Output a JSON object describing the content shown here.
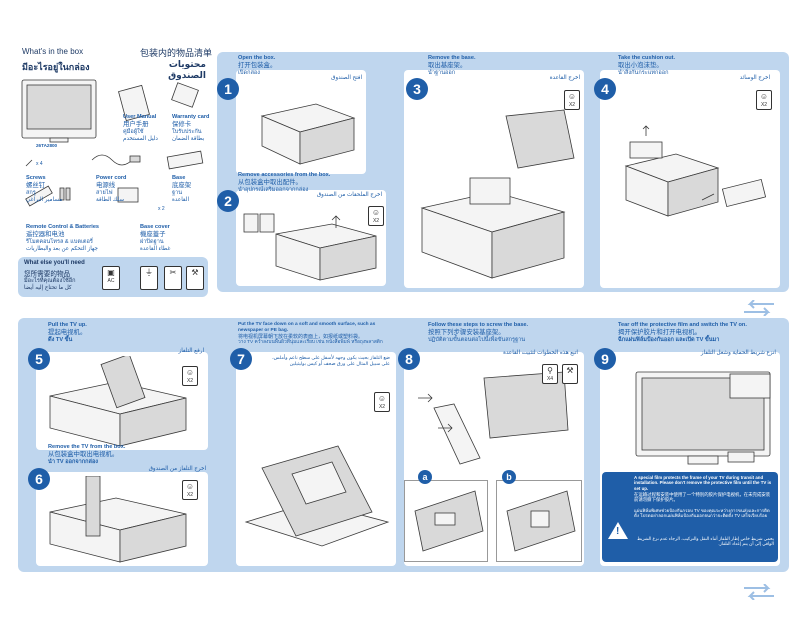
{
  "box_contents": {
    "title_en": "What's in the box",
    "title_cn": "包装内的物品清单",
    "title_th": "มีอะไรอยู่ในกล่อง",
    "title_ar": "محتويات الصندوق",
    "tv_model": "26TA2800",
    "user_manual": {
      "en": "User Manual",
      "cn": "用户手册",
      "th": "คู่มือผู้ใช้",
      "ar": "دليل المستخدم"
    },
    "warranty_card": {
      "en": "Warranty card",
      "cn": "保修卡",
      "th": "ใบรับประกัน",
      "ar": "بطاقة الضمان"
    },
    "screws": {
      "qty": "x 4",
      "en": "Screws",
      "cn": "螺丝钉",
      "th": "สกรู",
      "ar": "مسامير البراغي"
    },
    "power_cord": {
      "en": "Power cord",
      "cn": "电源线",
      "th": "สายไฟ",
      "ar": "سلك الطاقة"
    },
    "base": {
      "en": "Base",
      "cn": "底座架",
      "th": "ฐาน",
      "ar": "القاعدة"
    },
    "remote": {
      "en": "Remote Control & Batteries",
      "cn": "遥控器和电池",
      "th": "รีโมตคอนโทรล & แบตเตอรี่",
      "ar": "جهاز التحكم عن بعد والبطاريات"
    },
    "base_cover": {
      "qty": "x 2",
      "en": "Base cover",
      "cn": "機座蓋子",
      "th": "ฝาปิดฐาน",
      "ar": "غطاء القاعدة"
    }
  },
  "what_else": {
    "en": "What else you'll need",
    "cn": "您所需要的物品",
    "th": "มีอะไรที่คุณต้องใช้อีก",
    "ar": "كل ما تحتاج إليه أيضا",
    "ac_label": "AC"
  },
  "steps": [
    {
      "num": "1",
      "en": "Open the box.",
      "cn": "打开包装盒。",
      "th": "เปิดกล่อง",
      "ar": "افتح الصندوق"
    },
    {
      "num": "2",
      "en": "Remove accessories from the box.",
      "cn": "从包装盒中取出配件。",
      "th": "นำอุปกรณ์เสริมออกจากกล่อง",
      "ar": "اخرج الملحقات من الصندوق",
      "badge": "X2"
    },
    {
      "num": "3",
      "en": "Remove the base.",
      "cn": "取出基座架。",
      "th": "นำฐานออก",
      "ar": "اخرج القاعدة",
      "badge": "X2"
    },
    {
      "num": "4",
      "en": "Take the cushion out.",
      "cn": "取出小泡沫垫。",
      "th": "นำสิ่งกันกระแทกออก",
      "ar": "اخرج الوسائد",
      "badge": "X2"
    },
    {
      "num": "5",
      "en": "Pull the TV up.",
      "cn": "提起电视机。",
      "th": "ดึง TV ขึ้น",
      "ar": "ارفع التلفاز",
      "badge": "X2"
    },
    {
      "num": "6",
      "en": "Remove the TV from the box.",
      "cn": "从包装盒中取出电视机。",
      "th": "นำ TV ออกจากกล่อง",
      "ar": "اخرج التلفاز من الصندوق",
      "badge": "X2"
    },
    {
      "num": "7",
      "en": "Put the TV face down on a soft and smooth surface, such as newspaper or PE bag.",
      "cn": "将电视机屏幕朝下放在柔软的表面上，如报纸或塑料袋。",
      "th": "วาง TV คว่ำลงบนพื้นผิวที่นุ่มและเรียบ เช่น หนังสือพิมพ์ หรือถุงพลาสติก",
      "ar": "ضع التلفاز بحيث يكون وجهه لأسفل على سطح ناعم وأملس، على سبيل المثال على ورق صحف أو كيس بوليثيلين",
      "badge": "X2"
    },
    {
      "num": "8",
      "en": "Follow these steps to screw the base.",
      "cn": "按照下列步骤安装基座架。",
      "th": "ปฏิบัติตามขั้นตอนต่อไปนี้เพื่อขันสกรูฐาน",
      "ar": "اتبع هذه الخطوات لتثبيت القاعدة",
      "badge": "X4"
    },
    {
      "num": "9",
      "en": "Tear off the protective film and switch the TV on.",
      "cn": "揭开保护胶片和打开电视机。",
      "th": "ฉีกแผ่นฟิล์มป้องกันออก และเปิด TV ขึ้นมา",
      "ar": "انزع شريط الحماية وشغل التلفاز"
    }
  ],
  "sub_a": "a",
  "sub_b": "b",
  "warning": {
    "en": "A special film protects the frame of your TV during transit and installation. Please don't remove the protective film until the TV is set up.",
    "cn": "在运输过程和安装中使用了一个特别的胶片保护电视机，在未完成安装前请勿撕下保护胶片。",
    "th": "แผ่นฟิล์มพิเศษช่วยป้องกันกรอบ TV ของคุณระหว่างการขนส่งและการติดตั้ง โปรดอย่าลอกแผ่นฟิล์มป้องกันออกจนกว่าจะติดตั้ง TV เสร็จเรียบร้อย",
    "ar": "يحمي شريط خاص إطار التلفاز أثناء النقل والتركيب. الرجاء عدم نزع الشريط الواقي إلى أن يتم إعداد التلفاز."
  },
  "colors": {
    "panel": "#bfd6ee",
    "accent": "#1f5ea8",
    "text": "#1f3b66"
  }
}
